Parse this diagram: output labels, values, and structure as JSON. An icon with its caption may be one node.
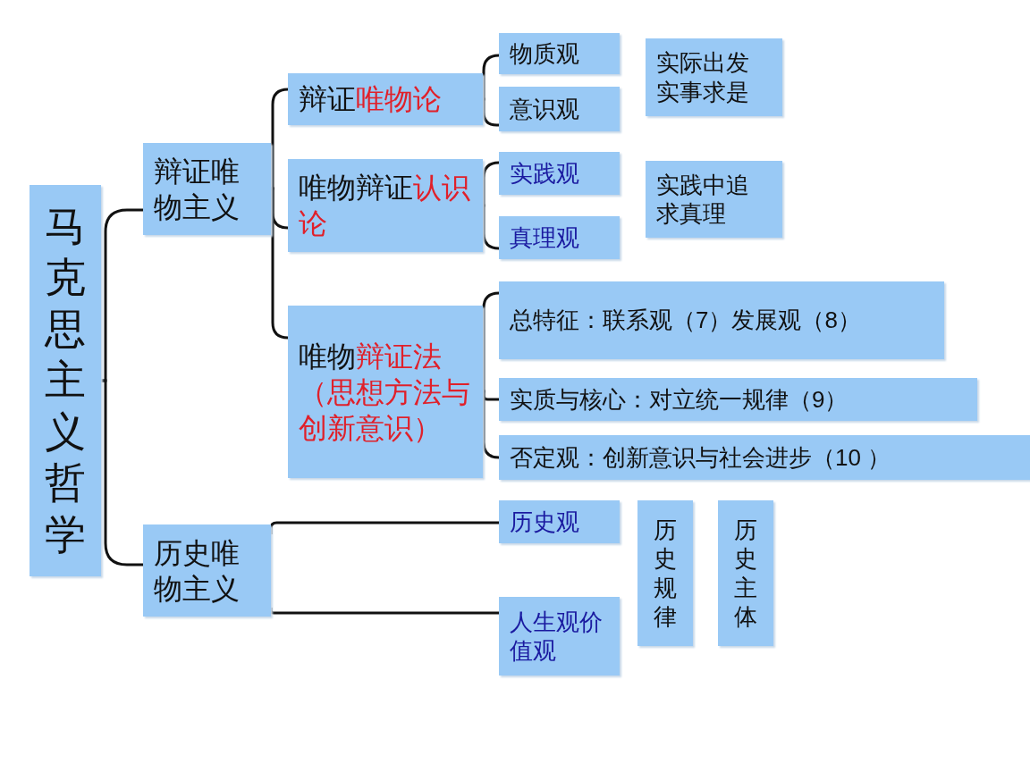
{
  "diagram": {
    "nodes": [
      {
        "text": [
          "马克思主义哲学"
        ]
      },
      {
        "text": [
          "辩证唯物主义"
        ]
      },
      {
        "text": [
          "历史唯物主义"
        ]
      },
      {
        "text": [
          "辩证**唯物论**"
        ]
      },
      {
        "text": [
          "唯物辩证**认识论**"
        ]
      },
      {
        "text": [
          "唯物**辩证法（思想方法与创新意识）**"
        ]
      },
      {
        "text": [
          "物质观"
        ]
      },
      {
        "text": [
          "意识观"
        ]
      },
      {
        "text": [
          "实际出发实事求是"
        ]
      },
      {
        "text": [
          "实践观"
        ]
      },
      {
        "text": [
          "真理观"
        ]
      },
      {
        "text": [
          "实践中追求真理"
        ]
      },
      {
        "text": [
          "总特征：联系观（7）发展观（8）"
        ]
      },
      {
        "text": [
          "实质与核心：对立统一规律（9）"
        ]
      },
      {
        "text": [
          "否定观：创新意识与社会进步（10 ）"
        ]
      },
      {
        "text": [
          "历史观"
        ]
      },
      {
        "text": [
          "人生观价值观"
        ]
      },
      {
        "text": [
          "历史规律"
        ]
      },
      {
        "text": [
          "历史主体"
        ]
      }
    ],
    "edges": [
      {
        "from": 0,
        "to": 1,
        "arrow": "none"
      },
      {
        "from": 0,
        "to": 2,
        "arrow": "none"
      },
      {
        "from": 1,
        "to": 3,
        "arrow": "none"
      },
      {
        "from": 1,
        "to": 4,
        "arrow": "none"
      },
      {
        "from": 1,
        "to": 5,
        "arrow": "none"
      },
      {
        "from": 3,
        "to": 6,
        "arrow": "none"
      },
      {
        "from": 3,
        "to": 7,
        "arrow": "none"
      },
      {
        "from": 4,
        "to": 9,
        "arrow": "none"
      },
      {
        "from": 4,
        "to": 10,
        "arrow": "none"
      },
      {
        "from": 5,
        "to": 12,
        "arrow": "none"
      },
      {
        "from": 5,
        "to": 13,
        "arrow": "none"
      },
      {
        "from": 5,
        "to": 14,
        "arrow": "none"
      },
      {
        "from": 2,
        "to": 15,
        "arrow": "none"
      },
      {
        "from": 2,
        "to": 16,
        "arrow": "none"
      }
    ]
  }
}
